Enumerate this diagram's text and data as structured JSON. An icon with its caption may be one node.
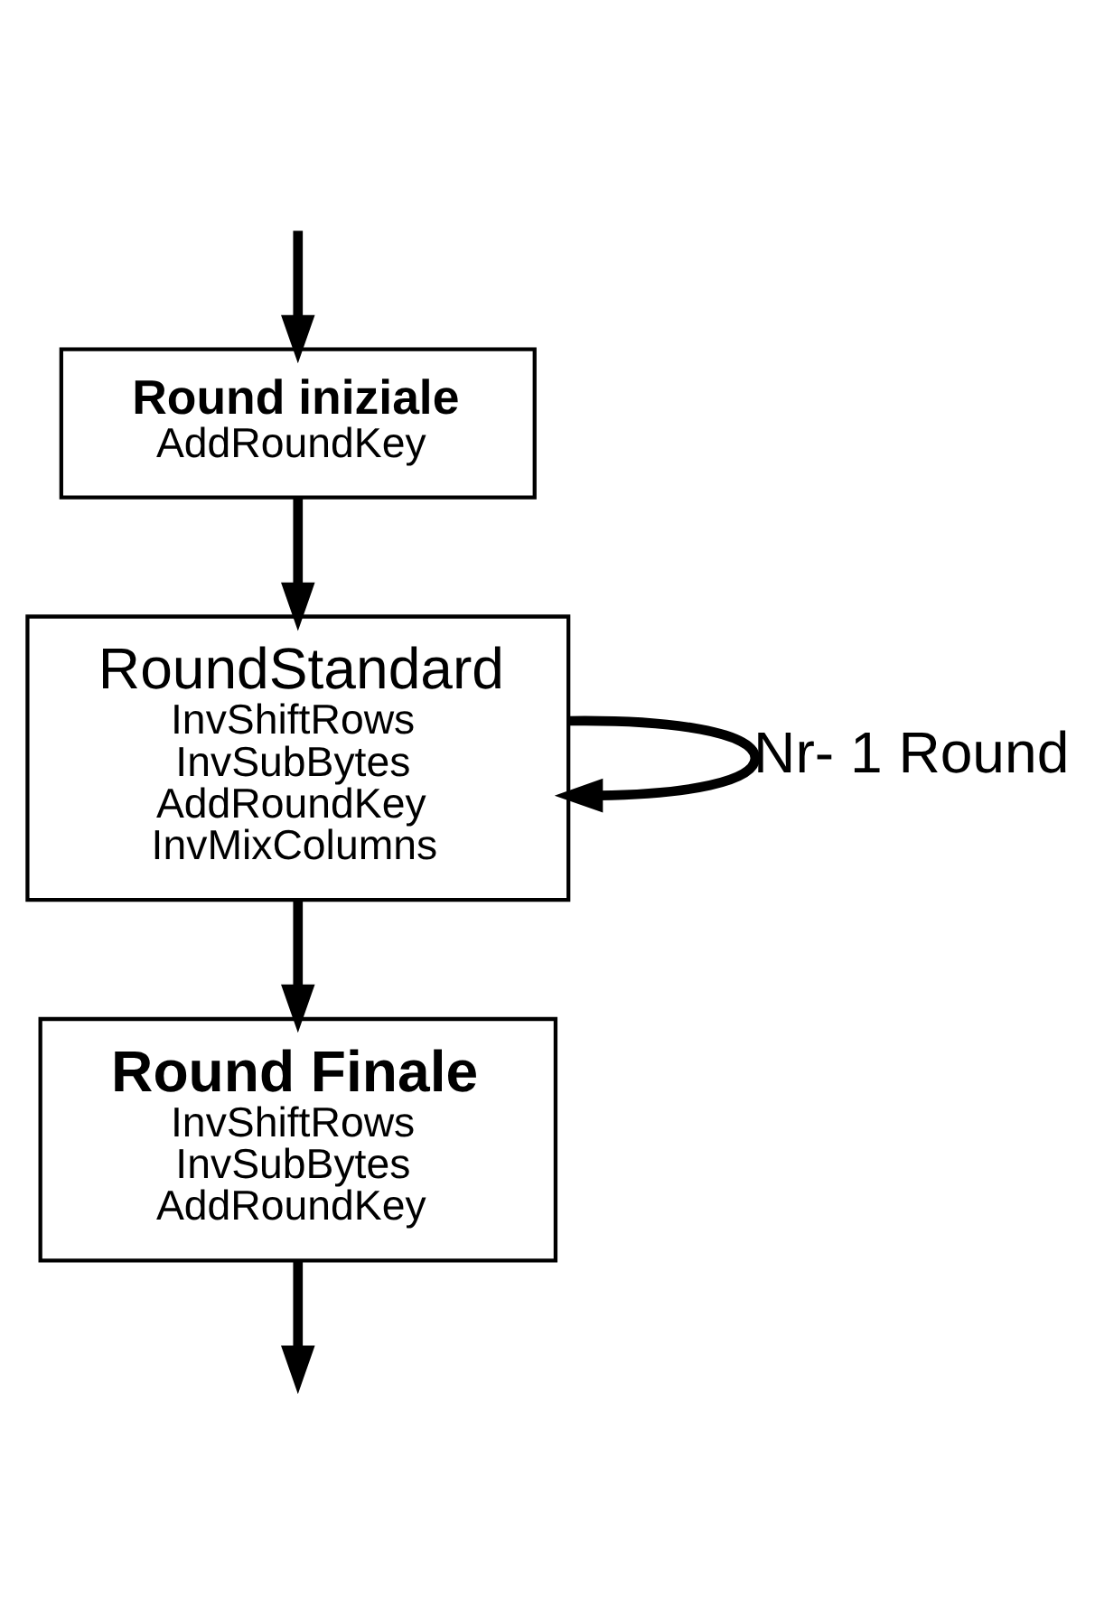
{
  "diagram": {
    "nodes": [
      {
        "text": [
          "Round iniziale",
          "AddRoundKey"
        ]
      },
      {
        "text": [
          "RoundStandard",
          "InvShiftRows",
          "InvSubBytes",
          "AddRoundKey",
          "InvMixColumns"
        ]
      },
      {
        "text": [
          "Round Finale",
          "InvShiftRows",
          "InvSubBytes",
          "AddRoundKey"
        ]
      }
    ],
    "edges": [
      {
        "from": null,
        "to": 0,
        "arrow": "to"
      },
      {
        "from": 0,
        "to": 1,
        "arrow": "to"
      },
      {
        "from": 1,
        "to": 1,
        "arrow": "to",
        "label": "Nr- 1 Round"
      },
      {
        "from": 1,
        "to": 2,
        "arrow": "to"
      },
      {
        "from": 2,
        "to": null,
        "arrow": "to"
      }
    ]
  }
}
